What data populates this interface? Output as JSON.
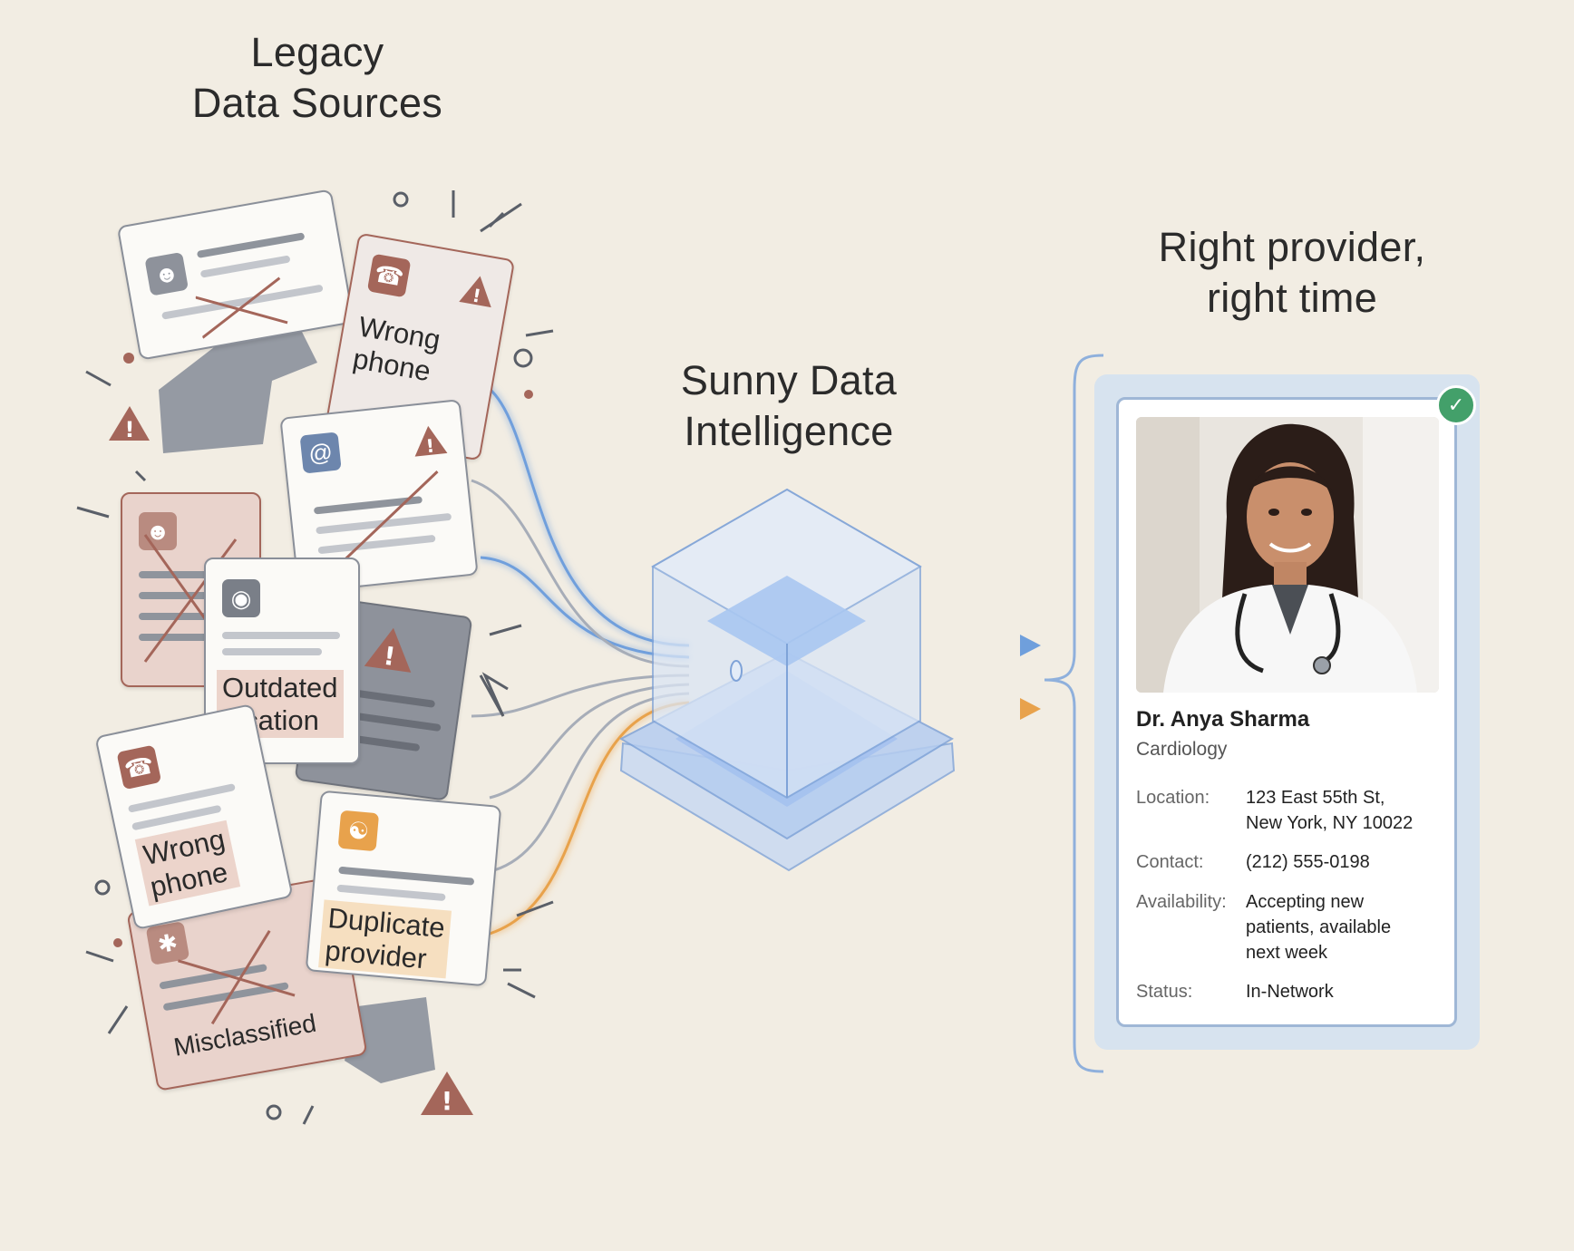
{
  "headings": {
    "legacy": [
      "Legacy",
      "Data Sources"
    ],
    "sunny": [
      "Sunny Data",
      "Intelligence"
    ],
    "result": [
      "Right provider,",
      "right time"
    ]
  },
  "cards": {
    "wrong_phone_top": [
      "Wrong",
      "phone"
    ],
    "outdated_location": [
      "Outdated",
      "location"
    ],
    "wrong_phone_bottom": [
      "Wrong",
      "phone"
    ],
    "duplicate_provider": [
      "Duplicate",
      "provider"
    ],
    "misclassified": "Misclassified"
  },
  "provider": {
    "name": "Dr. Anya Sharma",
    "specialty": "Cardiology",
    "location_label": "Location:",
    "location_value": [
      "123 East 55th St,",
      "New York, NY 10022"
    ],
    "contact_label": "Contact:",
    "contact_value": "(212) 555-0198",
    "availability_label": "Availability:",
    "availability_value": [
      "Accepting new",
      "patients, available",
      "next week"
    ],
    "status_label": "Status:",
    "status_value": "In-Network"
  },
  "colors": {
    "background": "#f2ede3",
    "error_red": "#a4665a",
    "flow_blue": "#6f9fdc",
    "flow_orange": "#e8a24c",
    "verified_green": "#43a06a"
  },
  "icons": [
    "person-icon",
    "phone-icon",
    "warning-icon",
    "at-icon",
    "location-pin-icon",
    "group-icon",
    "check-icon"
  ]
}
